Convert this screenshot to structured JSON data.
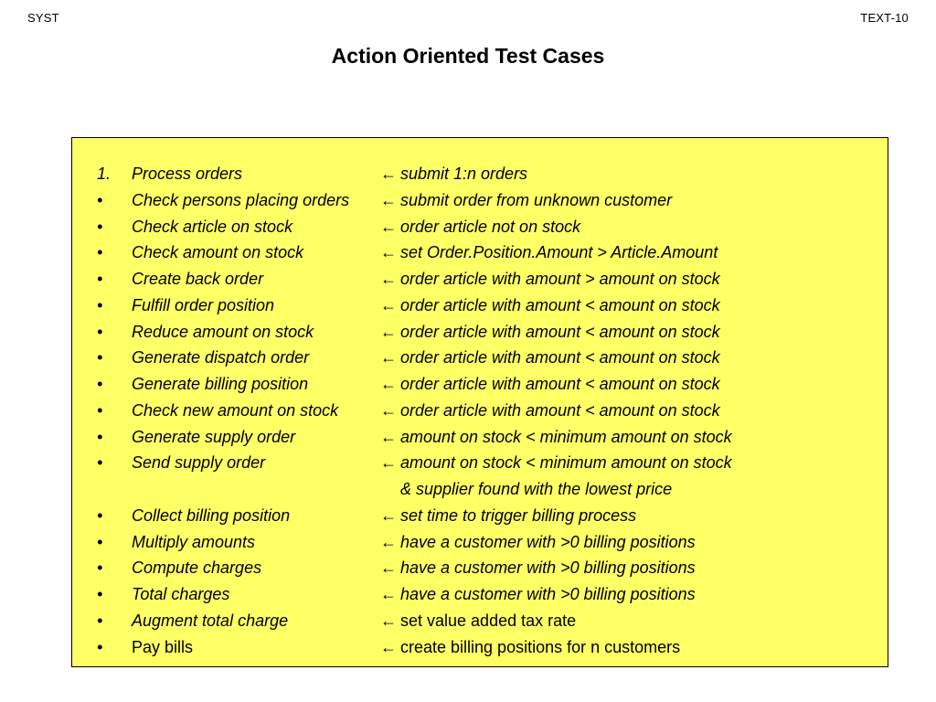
{
  "header": {
    "left_label": "SYST",
    "right_label": "TEXT-10"
  },
  "title": "Action Oriented Test Cases",
  "box": {
    "background": "#FFFF66",
    "border_color": "#000000",
    "arrow_glyph": "←",
    "rows": [
      {
        "marker": "1.",
        "action": "Process orders",
        "arrow": "←",
        "condition": "submit 1:n orders"
      },
      {
        "marker": "•",
        "action": "Check persons placing orders",
        "arrow": "←",
        "condition": "submit order from unknown customer"
      },
      {
        "marker": "•",
        "action": "Check article on stock",
        "arrow": "←",
        "condition": "order article not on stock"
      },
      {
        "marker": "•",
        "action": "Check amount on stock",
        "arrow": "←",
        "condition": "set Order.Position.Amount > Article.Amount"
      },
      {
        "marker": "•",
        "action": "Create back order",
        "arrow": "←",
        "condition": "order article with amount > amount on stock"
      },
      {
        "marker": "•",
        "action": "Fulfill order position",
        "arrow": "←",
        "condition": "order article with amount < amount on stock"
      },
      {
        "marker": "•",
        "action": "Reduce amount on stock",
        "arrow": "←",
        "condition": "order article with amount < amount on stock"
      },
      {
        "marker": "•",
        "action": "Generate dispatch order",
        "arrow": "←",
        "condition": "order article with amount < amount on stock"
      },
      {
        "marker": "•",
        "action": "Generate billing position",
        "arrow": "←",
        "condition": "order article with amount < amount on stock"
      },
      {
        "marker": "•",
        "action": "Check new amount on stock",
        "arrow": "←",
        "condition": "order article with amount < amount on stock"
      },
      {
        "marker": "•",
        "action": "Generate supply order",
        "arrow": "←",
        "condition": "amount on stock < minimum amount on stock"
      },
      {
        "marker": "•",
        "action": "Send supply order",
        "arrow": "←",
        "condition": "amount on stock < minimum amount on stock"
      },
      {
        "marker": "",
        "action": "",
        "arrow": "",
        "condition": "& supplier found with the lowest price"
      },
      {
        "marker": "•",
        "action": "Collect billing position",
        "arrow": "←",
        "condition": "set time to trigger billing process"
      },
      {
        "marker": "•",
        "action": "Multiply amounts",
        "arrow": "←",
        "condition": "have a customer with >0 billing positions"
      },
      {
        "marker": "•",
        "action": "Compute charges",
        "arrow": "←",
        "condition": "have a customer with >0 billing positions"
      },
      {
        "marker": "•",
        "action": "Total charges",
        "arrow": "←",
        "condition": "have a customer with >0 billing positions"
      },
      {
        "marker": "•",
        "action": "Augment total charge",
        "arrow": "←",
        "condition": "set value added tax rate",
        "condition_italic": false
      },
      {
        "marker": "•",
        "action": "Pay bills",
        "arrow": "←",
        "condition": "create billing positions for n customers",
        "action_italic": false,
        "condition_italic": false
      }
    ]
  }
}
